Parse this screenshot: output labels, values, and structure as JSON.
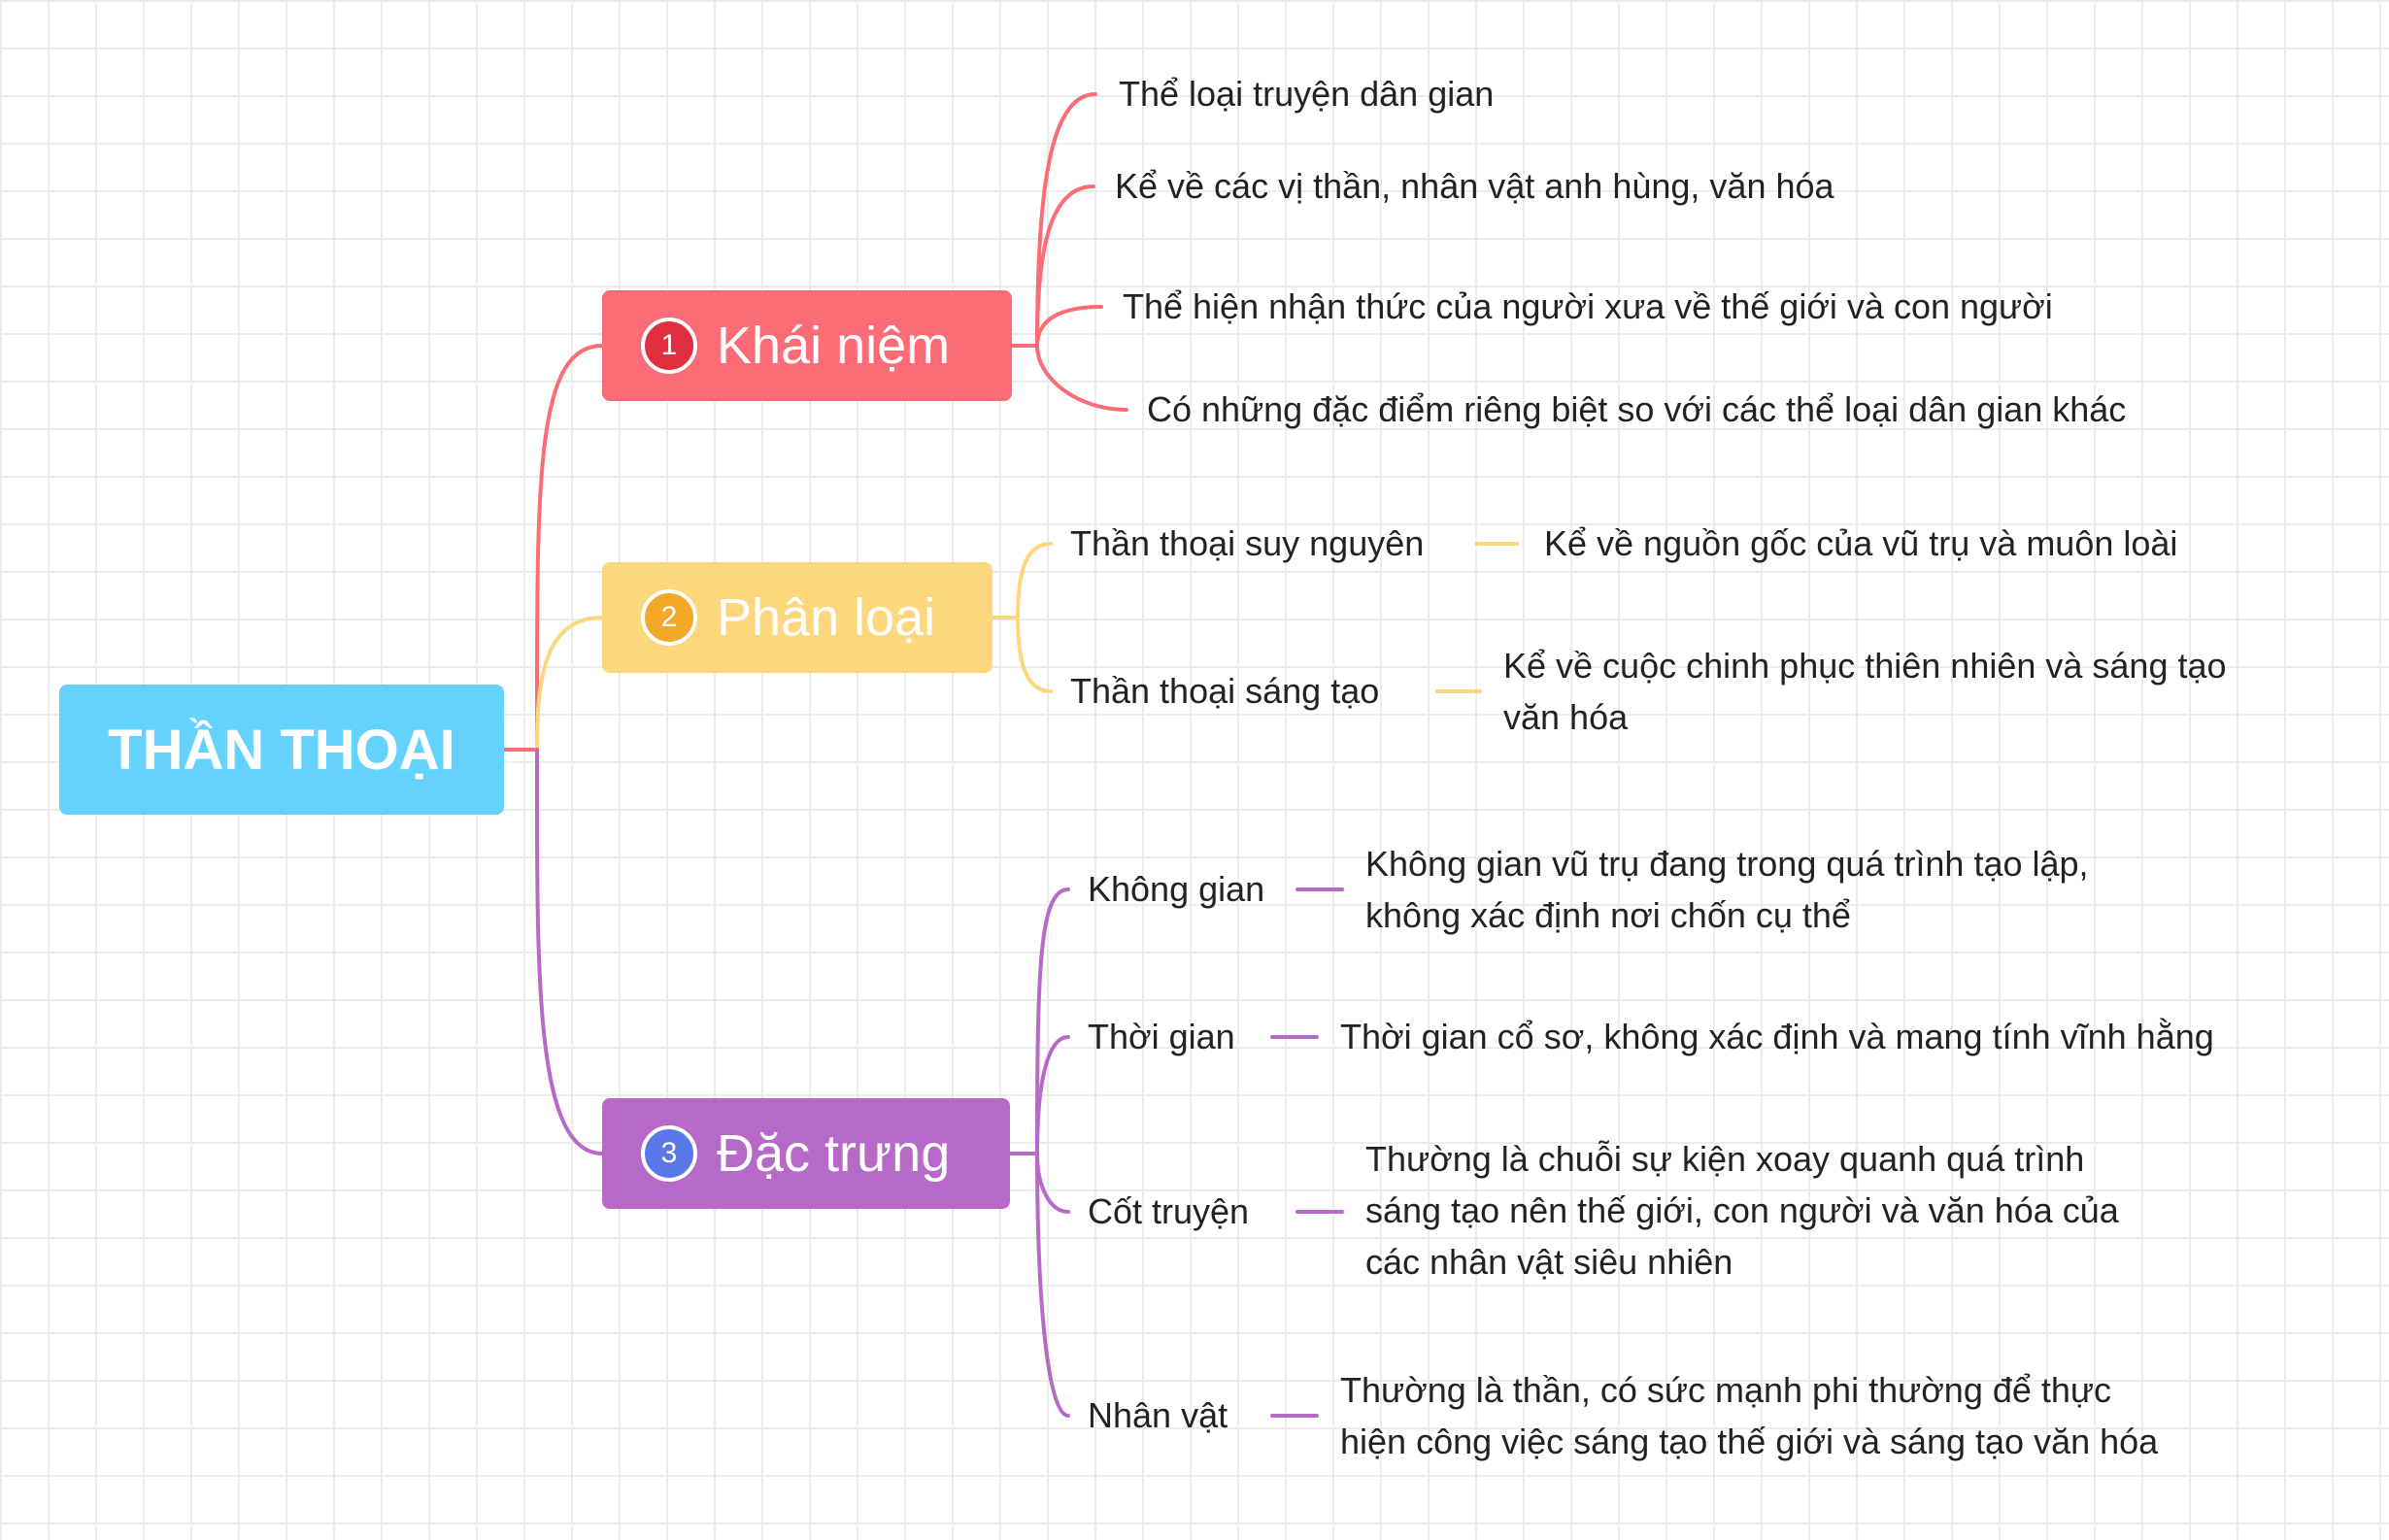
{
  "root": {
    "label": "THẦN THOẠI",
    "color": "#64d2fc"
  },
  "branches": [
    {
      "number": "1",
      "label": "Khái niệm",
      "color": "#fc6c77",
      "badge_color": "#e0303f",
      "items": [
        "Thể loại truyện dân gian",
        "Kể về các vị thần, nhân vật anh hùng, văn hóa",
        "Thể hiện nhận thức của người xưa về thế giới và con người",
        "Có những đặc điểm riêng biệt so với các thể loại dân gian khác"
      ]
    },
    {
      "number": "2",
      "label": "Phân loại",
      "color": "#fcd77b",
      "badge_color": "#f4a828",
      "items": [
        {
          "label": "Thần thoại suy nguyên",
          "detail": [
            "Kể về nguồn gốc của vũ trụ và muôn loài"
          ]
        },
        {
          "label": "Thần thoại sáng tạo",
          "detail": [
            "Kể về cuộc chinh phục thiên nhiên và sáng tạo",
            "văn hóa"
          ]
        }
      ]
    },
    {
      "number": "3",
      "label": "Đặc trưng",
      "color": "#b769c7",
      "badge_color": "#5a78ea",
      "items": [
        {
          "label": "Không gian",
          "detail": [
            "Không gian vũ trụ đang trong quá trình tạo lập,",
            "không xác định nơi chốn cụ thể"
          ]
        },
        {
          "label": "Thời gian",
          "detail": [
            "Thời gian cổ sơ, không xác định và mang tính vĩnh hằng"
          ]
        },
        {
          "label": "Cốt truyện",
          "detail": [
            "Thường là chuỗi sự kiện xoay quanh quá trình",
            "sáng tạo nên thế giới, con người và văn hóa của",
            "các nhân vật siêu nhiên"
          ]
        },
        {
          "label": "Nhân vật",
          "detail": [
            "Thường là thần, có sức mạnh phi thường để thực",
            "hiện công việc sáng tạo thế giới và sáng tạo văn hóa"
          ]
        }
      ]
    }
  ]
}
